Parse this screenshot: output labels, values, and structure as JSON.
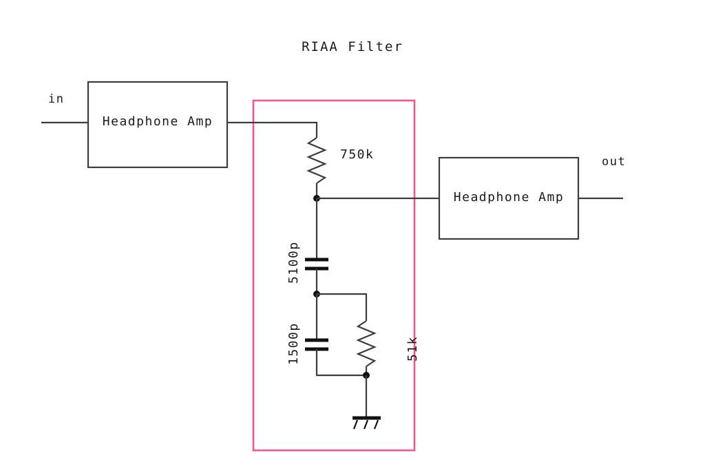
{
  "diagram": {
    "title": "RIAA Filter",
    "type": "schematic",
    "ports": {
      "input_label": "in",
      "output_label": "out"
    },
    "blocks": [
      {
        "id": "amp-input",
        "label": "Headphone Amp"
      },
      {
        "id": "amp-output",
        "label": "Headphone Amp"
      }
    ],
    "components": [
      {
        "id": "r-750k",
        "kind": "resistor",
        "label": "750k",
        "orientation": "vertical"
      },
      {
        "id": "c-5100p",
        "kind": "capacitor",
        "label": "5100p",
        "orientation": "vertical"
      },
      {
        "id": "c-1500p",
        "kind": "capacitor",
        "label": "1500p",
        "orientation": "vertical"
      },
      {
        "id": "r-51k",
        "kind": "resistor",
        "label": "51k",
        "orientation": "vertical"
      },
      {
        "id": "gnd",
        "kind": "ground",
        "label": "",
        "orientation": "vertical"
      }
    ],
    "colors": {
      "wire": "#3c3c3c",
      "outline": "#3c3c3c",
      "text": "#1a1a1a",
      "highlight_box": "#ff4d8d",
      "background": "#ffffff"
    },
    "highlight_box": {
      "name": "riaa-filter-region",
      "stroke": "#ff4d8d"
    }
  }
}
